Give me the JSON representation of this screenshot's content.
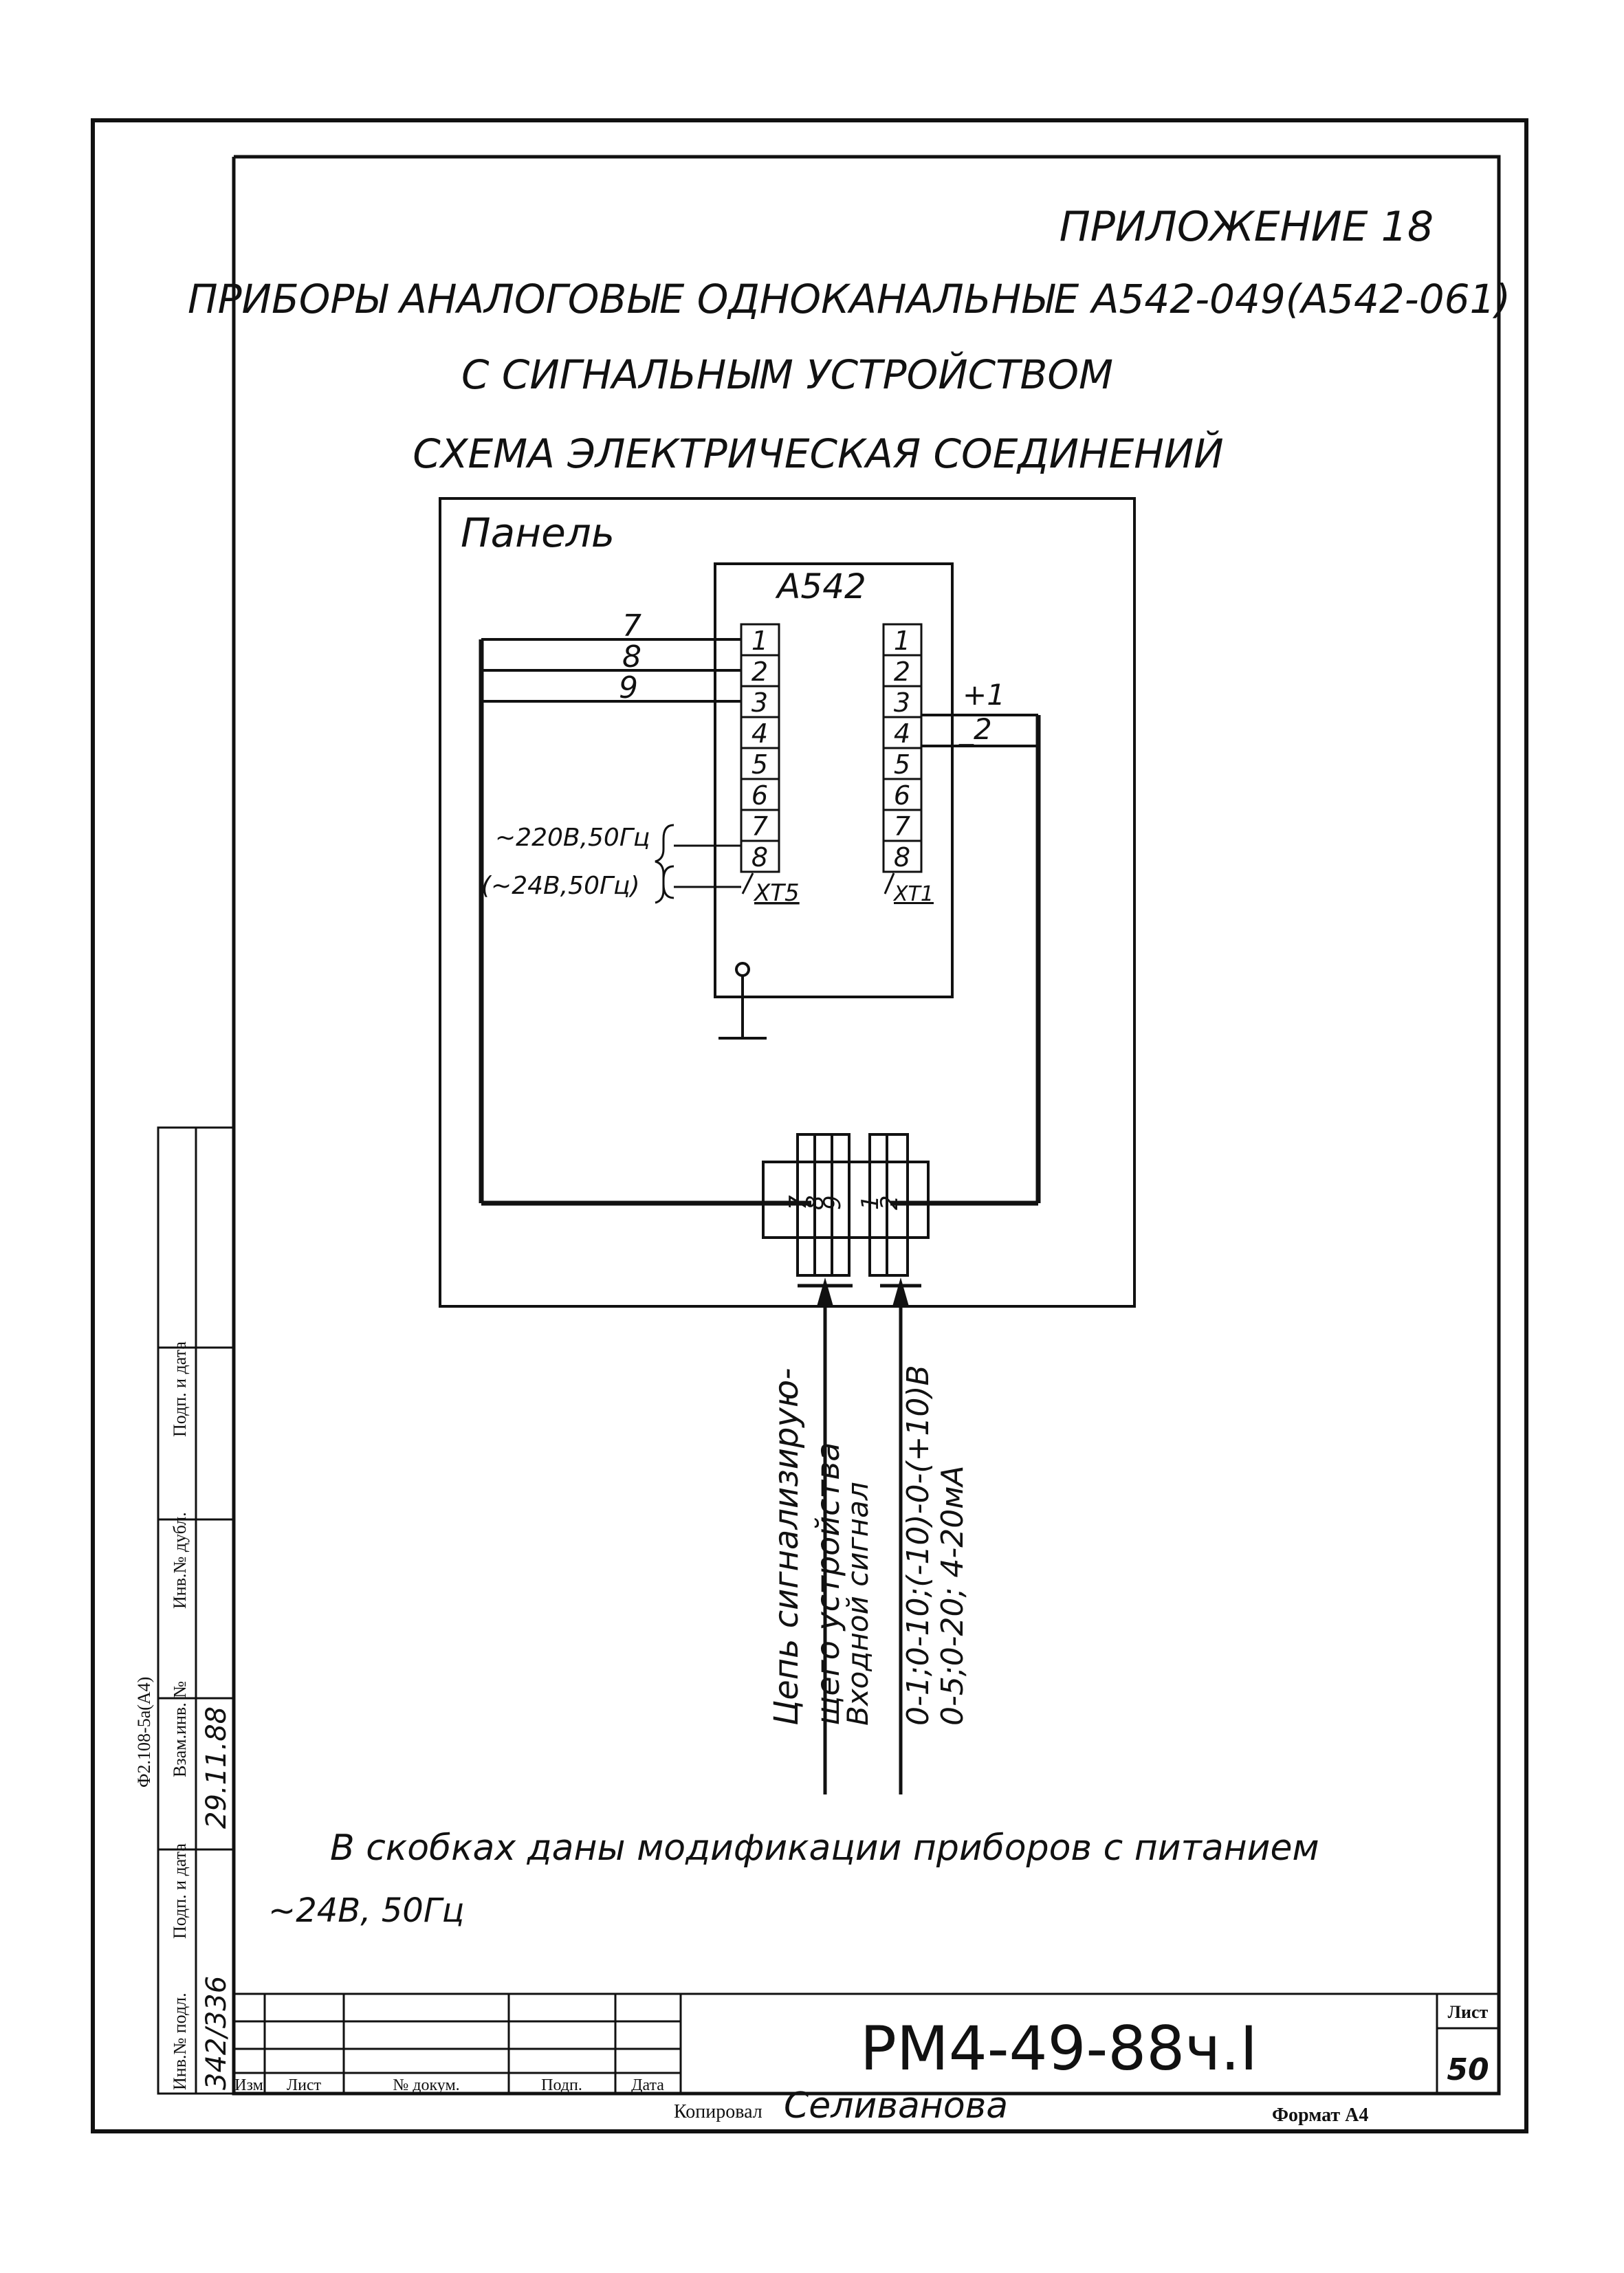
{
  "header": {
    "appendix": "ПРИЛОЖЕНИЕ 18",
    "title_line1": "ПРИБОРЫ АНАЛОГОВЫЕ ОДНОКАНАЛЬНЫЕ А542-049(А542-061)",
    "title_line2": "С СИГНАЛЬНЫМ УСТРОЙСТВОМ",
    "title_line3": "СХЕМА ЭЛЕКТРИЧЕСКАЯ СОЕДИНЕНИЙ"
  },
  "diagram": {
    "panel_label": "Панель",
    "device_label": "А542",
    "left_terminals": [
      "1",
      "2",
      "3",
      "4",
      "5",
      "6",
      "7",
      "8"
    ],
    "right_terminals": [
      "1",
      "2",
      "3",
      "4",
      "5",
      "6",
      "7",
      "8"
    ],
    "left_block_name": "XT5",
    "right_block_name": "XT1",
    "wire_labels": [
      "7",
      "8",
      "9"
    ],
    "right_wire_labels": [
      "+1",
      "_2"
    ],
    "power_label_1": "~220В,50Гц",
    "power_label_2": "(~24В,50Гц)",
    "connector_labels": [
      "7",
      "8",
      "9",
      "1",
      "2"
    ],
    "signal_circuit_line1": "Цепь сигнализирую-",
    "signal_circuit_line2": "щего устройства",
    "input_signal_line1": "Входной сигнал",
    "input_signal_line2": "0-1;0-10;(-10)-0-(+10)В",
    "input_signal_line3": "0-5;0-20; 4-20мА"
  },
  "note": {
    "line1": "В скобках даны модификации приборов с питанием",
    "line2": "~24В, 50Гц"
  },
  "side_stamp": {
    "form": "Ф2.108-5а(А4)",
    "inv_podl": "Инв.№ подл.",
    "podp_data": "Подп. и дата",
    "vzam_inv": "Взам.инв. №",
    "inv_dubl": "Инв.№ дубл.",
    "podp_data2": "Подп. и дата",
    "inv_podl_value": "342/336",
    "signature_date": "29.11.88"
  },
  "title_block": {
    "col_izm": "Изм",
    "col_list": "Лист",
    "col_doc": "№ докум.",
    "col_podp": "Подп.",
    "col_data": "Дата",
    "designation": "РМ4-49-88ч.I",
    "sheet_label": "Лист",
    "sheet_number": "50"
  },
  "footer": {
    "copied_label": "Копировал",
    "copied_by": "Селиванова",
    "format_label": "Формат А4"
  }
}
